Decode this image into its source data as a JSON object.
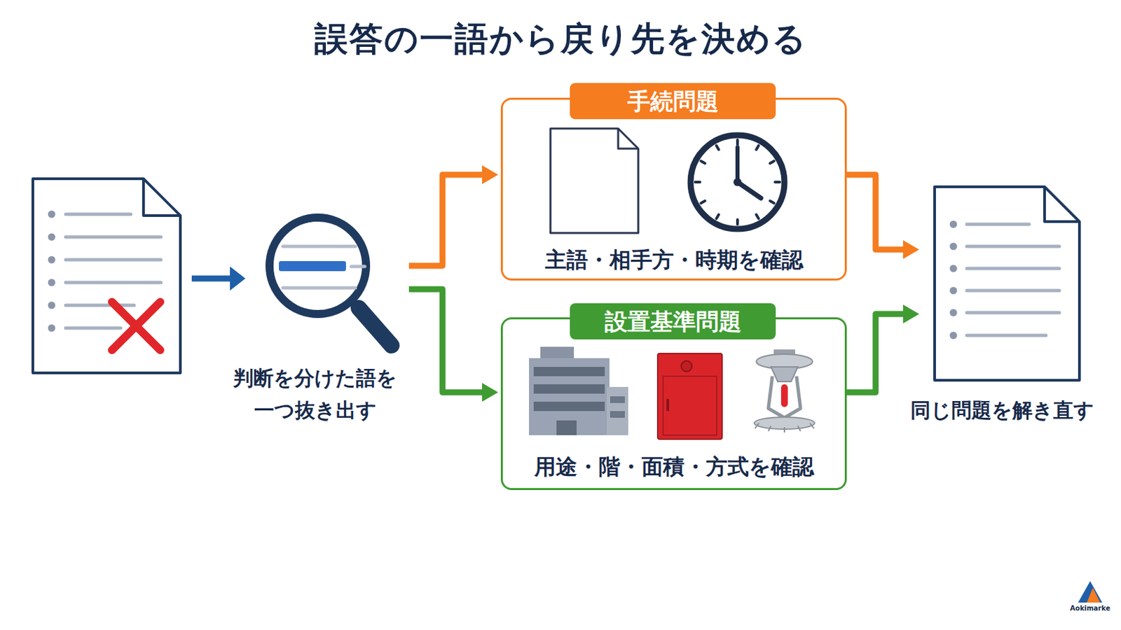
{
  "diagram": {
    "title": "誤答の一語から戻り先を決める",
    "nodes": [
      {
        "text": [
          "判断を分けた語を 一つ抜き出す"
        ]
      },
      {
        "text": [
          "手続問題",
          "主語・相手方・時期を確認"
        ]
      },
      {
        "text": [
          "設置基準問題",
          "用途・階・面積・方式を確認"
        ]
      },
      {
        "text": [
          "同じ問題を解き直す"
        ]
      }
    ],
    "edges": [
      {
        "from": 0,
        "to": 1,
        "arrow": "to"
      },
      {
        "from": 0,
        "to": 2,
        "arrow": "to"
      },
      {
        "from": 1,
        "to": 3,
        "arrow": "to"
      },
      {
        "from": 2,
        "to": 3,
        "arrow": "to"
      }
    ],
    "labels": [
      "Aokimarke"
    ]
  }
}
